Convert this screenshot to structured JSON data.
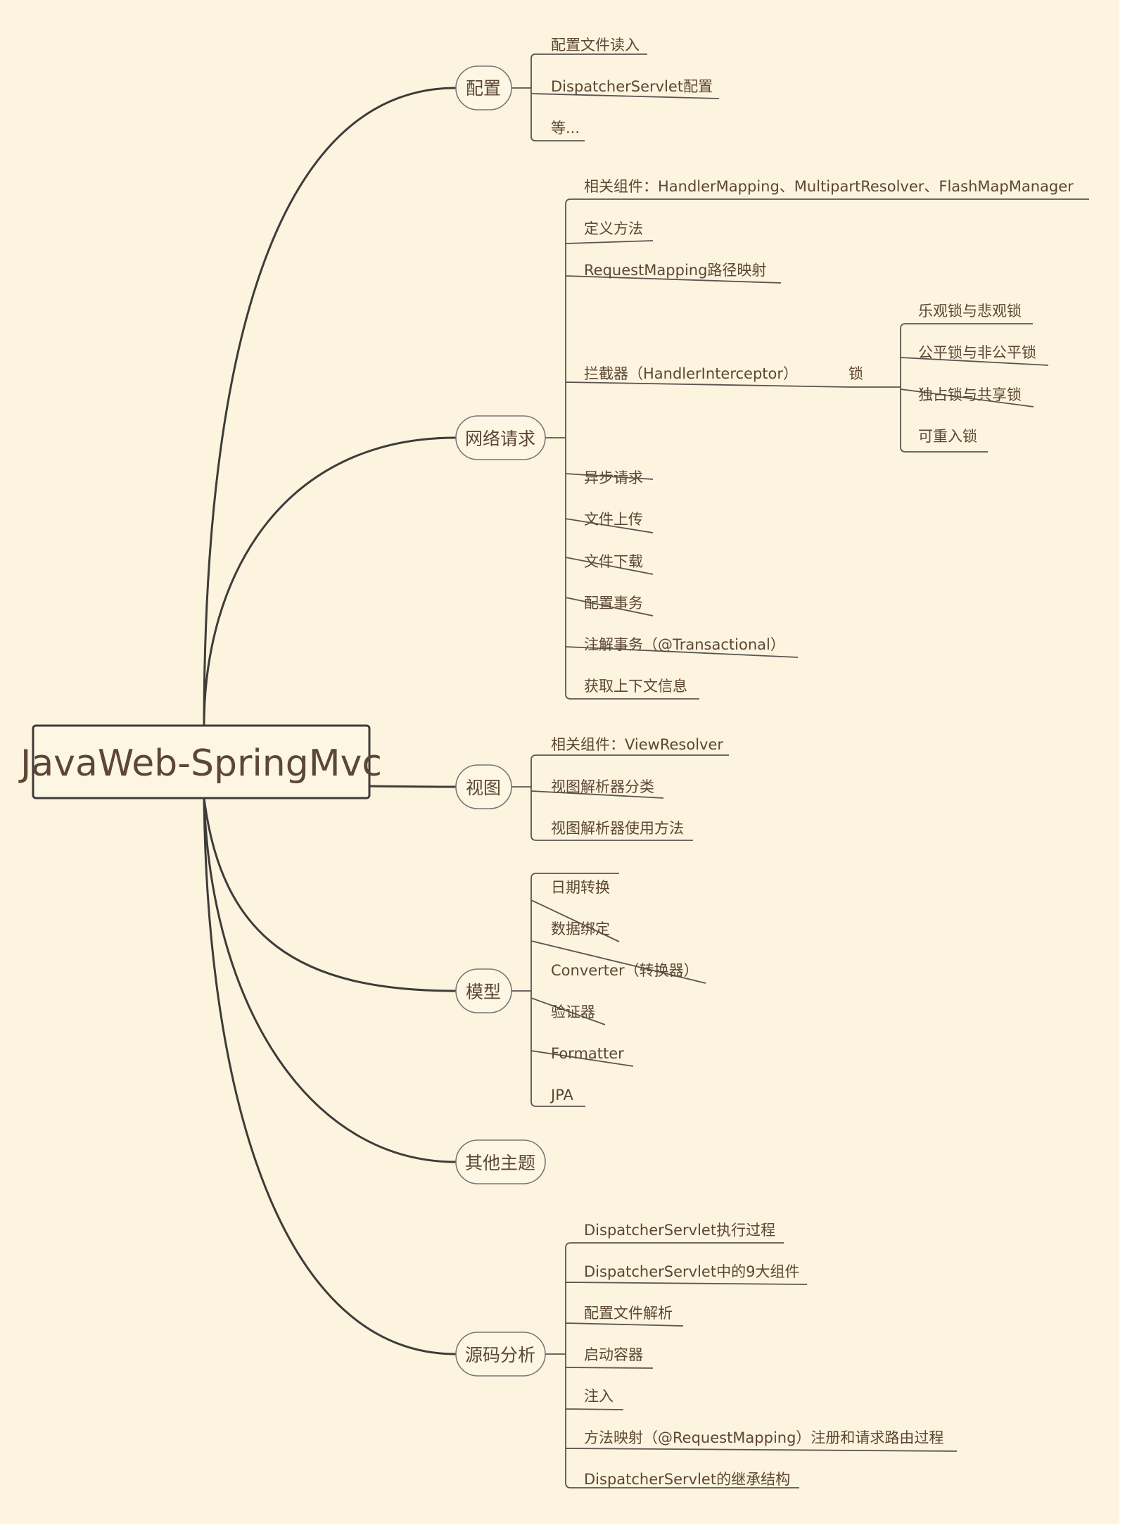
{
  "root": {
    "label": "JavaWeb-SpringMvc"
  },
  "branches": [
    {
      "label": "配置",
      "children": [
        {
          "label": "配置文件读入"
        },
        {
          "label": "DispatcherServlet配置"
        },
        {
          "label": "等..."
        }
      ]
    },
    {
      "label": "网络请求",
      "children": [
        {
          "label": "相关组件：HandlerMapping、MultipartResolver、FlashMapManager"
        },
        {
          "label": "定义方法"
        },
        {
          "label": "RequestMapping路径映射"
        },
        {
          "label": "拦截器（HandlerInterceptor）"
        },
        {
          "label": "锁",
          "children": [
            {
              "label": "乐观锁与悲观锁"
            },
            {
              "label": "公平锁与非公平锁"
            },
            {
              "label": "独占锁与共享锁"
            },
            {
              "label": "可重入锁"
            }
          ]
        },
        {
          "label": "异步请求"
        },
        {
          "label": "文件上传"
        },
        {
          "label": "文件下载"
        },
        {
          "label": "配置事务"
        },
        {
          "label": "注解事务（@Transactional）"
        },
        {
          "label": "获取上下文信息"
        }
      ]
    },
    {
      "label": "视图",
      "children": [
        {
          "label": "相关组件：ViewResolver"
        },
        {
          "label": "视图解析器分类"
        },
        {
          "label": "视图解析器使用方法"
        }
      ]
    },
    {
      "label": "模型",
      "children": [
        {
          "label": "日期转换"
        },
        {
          "label": "数据绑定"
        },
        {
          "label": "Converter（转换器）"
        },
        {
          "label": "验证器"
        },
        {
          "label": "Formatter"
        },
        {
          "label": "JPA"
        }
      ]
    },
    {
      "label": "其他主题",
      "children": []
    },
    {
      "label": "源码分析",
      "children": [
        {
          "label": "DispatcherServlet执行过程"
        },
        {
          "label": "DispatcherServlet中的9大组件"
        },
        {
          "label": "配置文件解析"
        },
        {
          "label": "启动容器"
        },
        {
          "label": "注入"
        },
        {
          "label": "方法映射（@RequestMapping）注册和请求路由过程"
        },
        {
          "label": "DispatcherServlet的继承结构"
        }
      ]
    }
  ]
}
